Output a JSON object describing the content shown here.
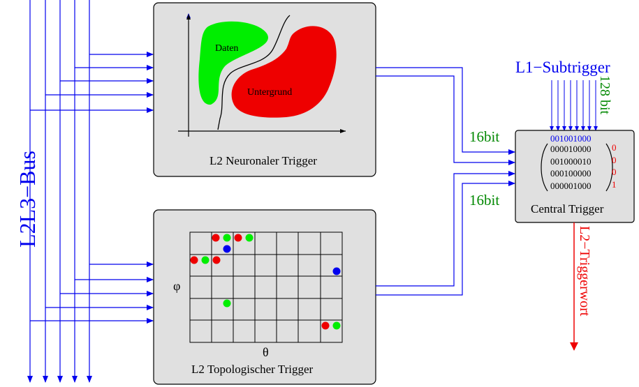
{
  "bus": {
    "label": "L2L3−Bus",
    "color": "#0000ee"
  },
  "neural_trigger": {
    "title": "L2 Neuronaler Trigger",
    "data_label": "Daten",
    "background_label": "Untergrund",
    "data_color": "#00ee00",
    "background_color": "#ee0000"
  },
  "topological_trigger": {
    "title": "L2 Topologischer Trigger",
    "y_axis": "φ",
    "x_axis": "θ"
  },
  "central_trigger": {
    "title": "Central Trigger",
    "subtrigger_label": "L1−Subtrigger",
    "subtrigger_bits": "128 bit",
    "top_word": "001001000",
    "matrix_rows": [
      "000010000",
      "001000010",
      "000100000",
      "000001000"
    ],
    "result_bits": [
      "0",
      "0",
      "0",
      "1"
    ]
  },
  "links": {
    "upper_bits": "16bit",
    "lower_bits": "16bit"
  },
  "output": {
    "label": "L2−Triggerwort",
    "color": "#ee0000"
  }
}
